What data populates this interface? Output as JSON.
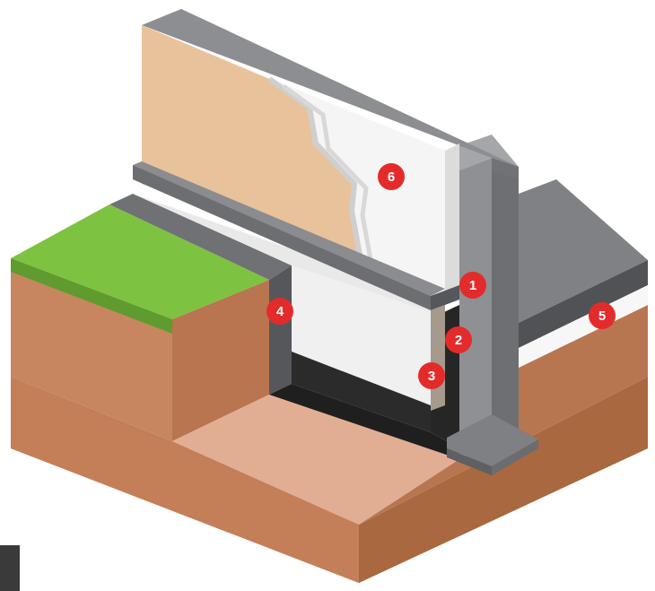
{
  "markers": [
    {
      "label": "1"
    },
    {
      "label": "2"
    },
    {
      "label": "3"
    },
    {
      "label": "4"
    },
    {
      "label": "5"
    },
    {
      "label": "6"
    }
  ],
  "colors": {
    "marker": "#e42b2b",
    "soil": "#c98a60",
    "grass": "#7ec241",
    "concrete": "#8a8c8f",
    "insulation": "#f4f4f4",
    "render": "#e8c29a",
    "membrane": "#262626",
    "gravel": "#707276"
  }
}
